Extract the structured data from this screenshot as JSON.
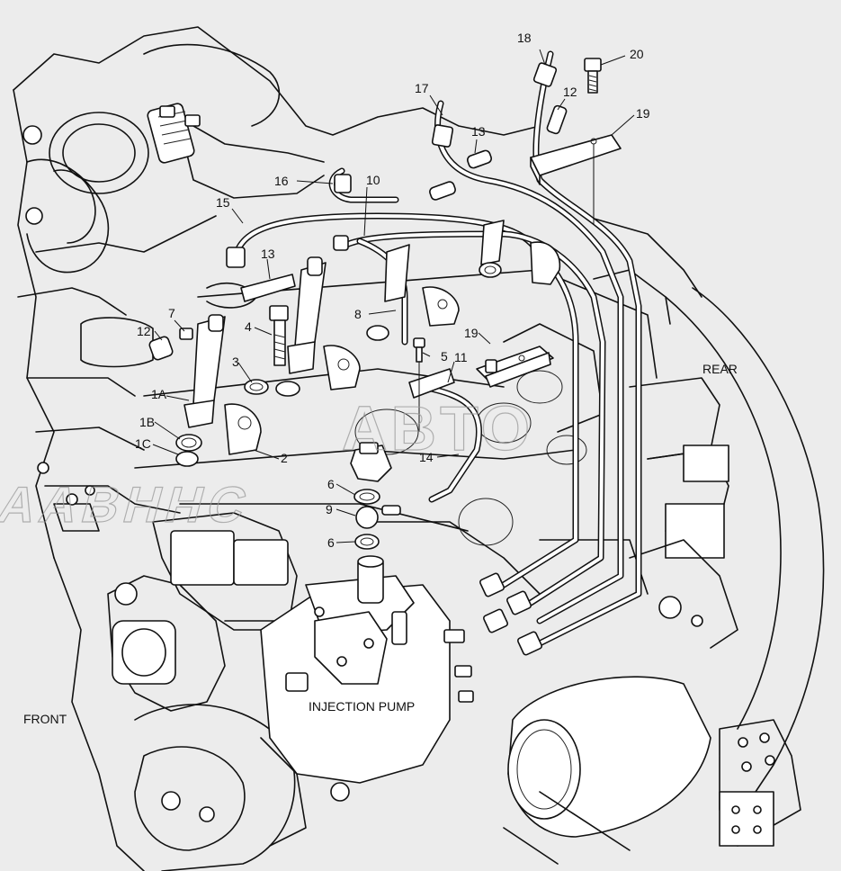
{
  "labels": {
    "front": "FRONT",
    "rear": "REAR",
    "injection_pump": "INJECTION PUMP"
  },
  "callouts": [
    {
      "id": "c18",
      "text": "18"
    },
    {
      "id": "c20",
      "text": "20"
    },
    {
      "id": "c17",
      "text": "17"
    },
    {
      "id": "c12a",
      "text": "12"
    },
    {
      "id": "c19a",
      "text": "19"
    },
    {
      "id": "c13a",
      "text": "13"
    },
    {
      "id": "c16",
      "text": "16"
    },
    {
      "id": "c10",
      "text": "10"
    },
    {
      "id": "c15",
      "text": "15"
    },
    {
      "id": "c13b",
      "text": "13"
    },
    {
      "id": "c7",
      "text": "7"
    },
    {
      "id": "c12b",
      "text": "12"
    },
    {
      "id": "c4",
      "text": "4"
    },
    {
      "id": "c8",
      "text": "8"
    },
    {
      "id": "c19b",
      "text": "19"
    },
    {
      "id": "c5",
      "text": "5"
    },
    {
      "id": "c11",
      "text": "11"
    },
    {
      "id": "c3",
      "text": "3"
    },
    {
      "id": "c1A",
      "text": "1A"
    },
    {
      "id": "c1B",
      "text": "1B"
    },
    {
      "id": "c1C",
      "text": "1C"
    },
    {
      "id": "c2",
      "text": "2"
    },
    {
      "id": "c14",
      "text": "14"
    },
    {
      "id": "c6a",
      "text": "6"
    },
    {
      "id": "c9",
      "text": "9"
    },
    {
      "id": "c6b",
      "text": "6"
    }
  ],
  "watermark": {
    "line1": "ABTO",
    "line2": "AABHHC"
  }
}
